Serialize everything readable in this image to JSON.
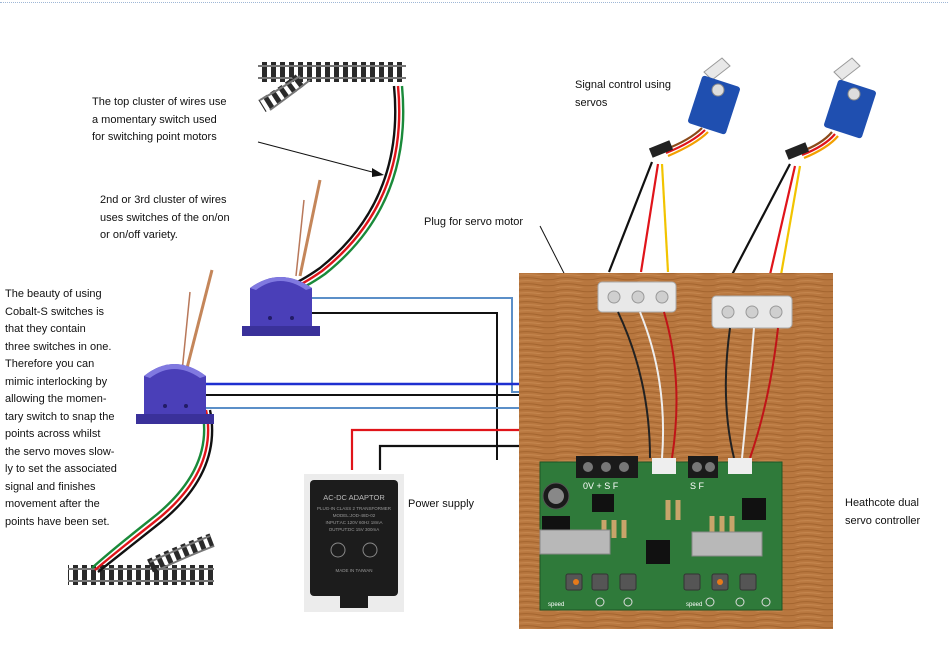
{
  "notes": {
    "top_cluster": "The top cluster of wires use\na momentary switch used\nfor switching point motors",
    "second_cluster": "2nd or 3rd cluster of wires\nuses switches of the on/on\nor on/off variety.",
    "cobalt": "The beauty of using\nCobalt-S switches is\nthat they contain\nthree switches in one.\nTherefore you can\nmimic interlocking by\nallowing the momen-\ntary switch to snap the\npoints across whilst\nthe servo moves slow-\nly to set the associated\nsignal and finishes\nmovement after the\npoints have been set.",
    "signal_control": "Signal control using\nservos",
    "plug": "Plug for servo motor",
    "power": "Power supply",
    "controller": "Heathcote dual\nservo controller"
  },
  "adaptor": {
    "title": "AC-DC ADAPTOR",
    "line1": "PLUG-IN CLASS 2 TRANSFORMER",
    "line2": "MODEL:JOD-48D-02",
    "line3": "INPUT:AC 120V 60Hz 18mA",
    "line4": "OUTPUT:DC 15V 300mA",
    "made": "MADE IN TAIWAN"
  },
  "board": {
    "terminal_left": "0V + S F",
    "terminal_right": "S F",
    "speed_left": "speed",
    "speed_right": "speed"
  },
  "colors": {
    "wire_red": "#e0141a",
    "wire_green": "#1a8a3a",
    "wire_black": "#111111",
    "wire_blue": "#1e2fd0",
    "wire_lightblue": "#5b8fc8",
    "wire_yellow": "#f2c400",
    "switch_body": "#4a3fb8",
    "board_wood": "#b5743e",
    "pcb_green": "#2f7a3a",
    "servo_blue": "#1f4fb0"
  }
}
